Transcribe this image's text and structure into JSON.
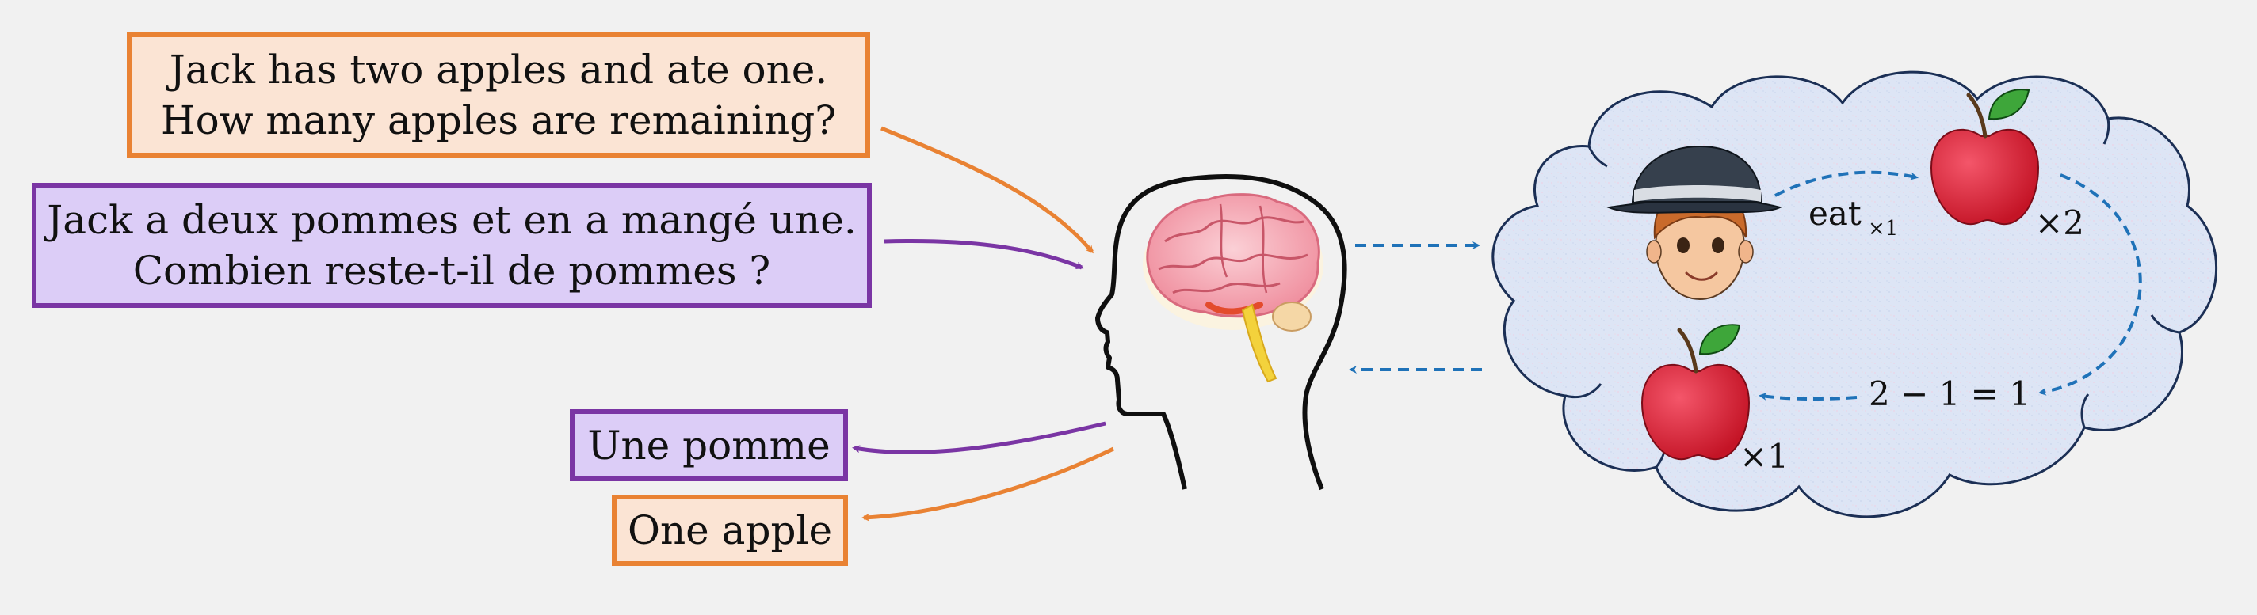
{
  "questions": {
    "english": {
      "line1": "Jack has two apples and ate one.",
      "line2": "How many apples are remaining?"
    },
    "french": {
      "line1": "Jack a deux pommes et en a mangé une.",
      "line2": "Combien reste-t-il de pommes ?"
    }
  },
  "answers": {
    "french": "Une pomme",
    "english": "One apple"
  },
  "thought": {
    "eat_label": "eat",
    "eat_subscript": "×1",
    "apples_start_count": "×2",
    "equation": "2 − 1 = 1",
    "apples_end_count": "×1"
  },
  "colors": {
    "english": "#e98233",
    "french": "#7a35a4",
    "flow": "#1f72b8",
    "cloud_fill": "#dde5f5",
    "cloud_border": "#1b2f55"
  }
}
